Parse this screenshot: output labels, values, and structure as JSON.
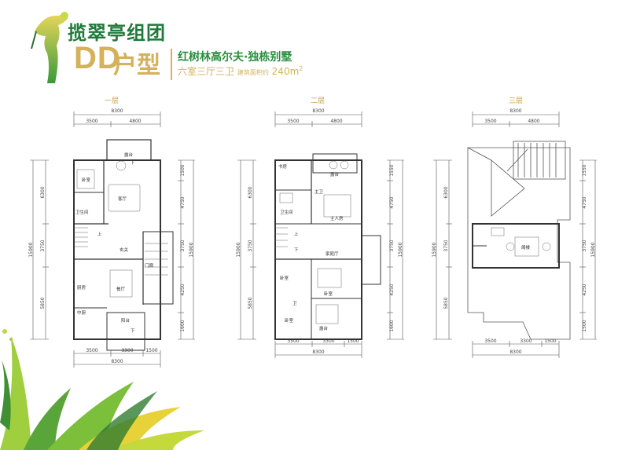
{
  "header": {
    "brand": "揽翠亭组团",
    "type_code": "DD",
    "type_suffix": "户型",
    "subtitle": "红树林高尔夫·独栋别墅",
    "rooms": "六室三厅三卫",
    "area_label": "建筑面积约",
    "area_value": "240m",
    "area_sup": "2"
  },
  "floors": [
    {
      "label": "一层",
      "top_dims": {
        "total": "8300",
        "segments": [
          "3500",
          "4800"
        ]
      },
      "bottom_dims": {
        "segments": [
          "3500",
          "3300",
          "1500"
        ],
        "total": "8300"
      },
      "left_dims": [
        "6300",
        "3750",
        "5850"
      ],
      "left_total": "15900",
      "right_dims": [
        "1500",
        "4750",
        "3750",
        "4250",
        "1600"
      ],
      "right_total": "15900",
      "rooms": [
        "露台",
        "卧室",
        "客厅",
        "卫生间",
        "玄关",
        "门廊",
        "餐厅",
        "厨房",
        "中厨",
        "阳台"
      ],
      "marks": [
        "下",
        "上",
        "下"
      ]
    },
    {
      "label": "二层",
      "top_dims": {
        "total": "8300",
        "segments": [
          "3500",
          "4800"
        ]
      },
      "bottom_dims": {
        "segments": [
          "3500",
          "3300",
          "1500"
        ],
        "total": "8300"
      },
      "left_dims": [
        "6300",
        "3750",
        "5850"
      ],
      "left_total": "15900",
      "right_dims": [
        "1550",
        "4750",
        "3750",
        "4250",
        "1600"
      ],
      "right_total": "15900",
      "rooms": [
        "书房",
        "露台",
        "主卫",
        "主人房",
        "卫生间",
        "家庭厅",
        "卧室",
        "卧室",
        "卫",
        "卧室",
        "露台"
      ],
      "marks": [
        "上",
        "下"
      ]
    },
    {
      "label": "三层",
      "top_dims": {
        "total": "8300",
        "segments": [
          "3500",
          "4800"
        ]
      },
      "bottom_dims": {
        "segments": [
          "3500",
          "3300",
          "1500"
        ],
        "total": "8300"
      },
      "left_dims": [
        "6300",
        "3750",
        "5850"
      ],
      "left_total": "15900",
      "right_dims": [
        "1550",
        "4750",
        "3750",
        "4250",
        "1500"
      ],
      "right_total": "15900",
      "rooms": [
        "阁楼"
      ],
      "marks": []
    }
  ],
  "colors": {
    "brand_green": "#1f7a3a",
    "gold": "#d4b15a",
    "wall": "#333333",
    "dim_line": "#555555",
    "leaf_green": "#7bbf3a",
    "leaf_yellow": "#e8d23a"
  }
}
